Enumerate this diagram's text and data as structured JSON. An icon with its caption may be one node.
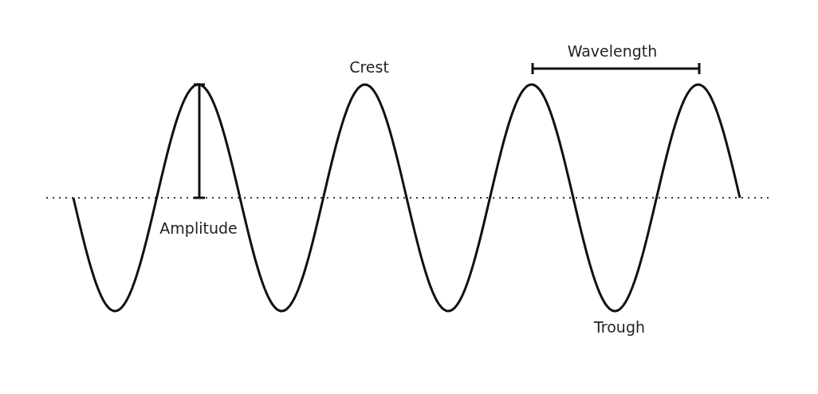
{
  "diagram": {
    "labels": [
      "Wavelength",
      "Crest",
      "Amplitude",
      "Trough"
    ]
  }
}
